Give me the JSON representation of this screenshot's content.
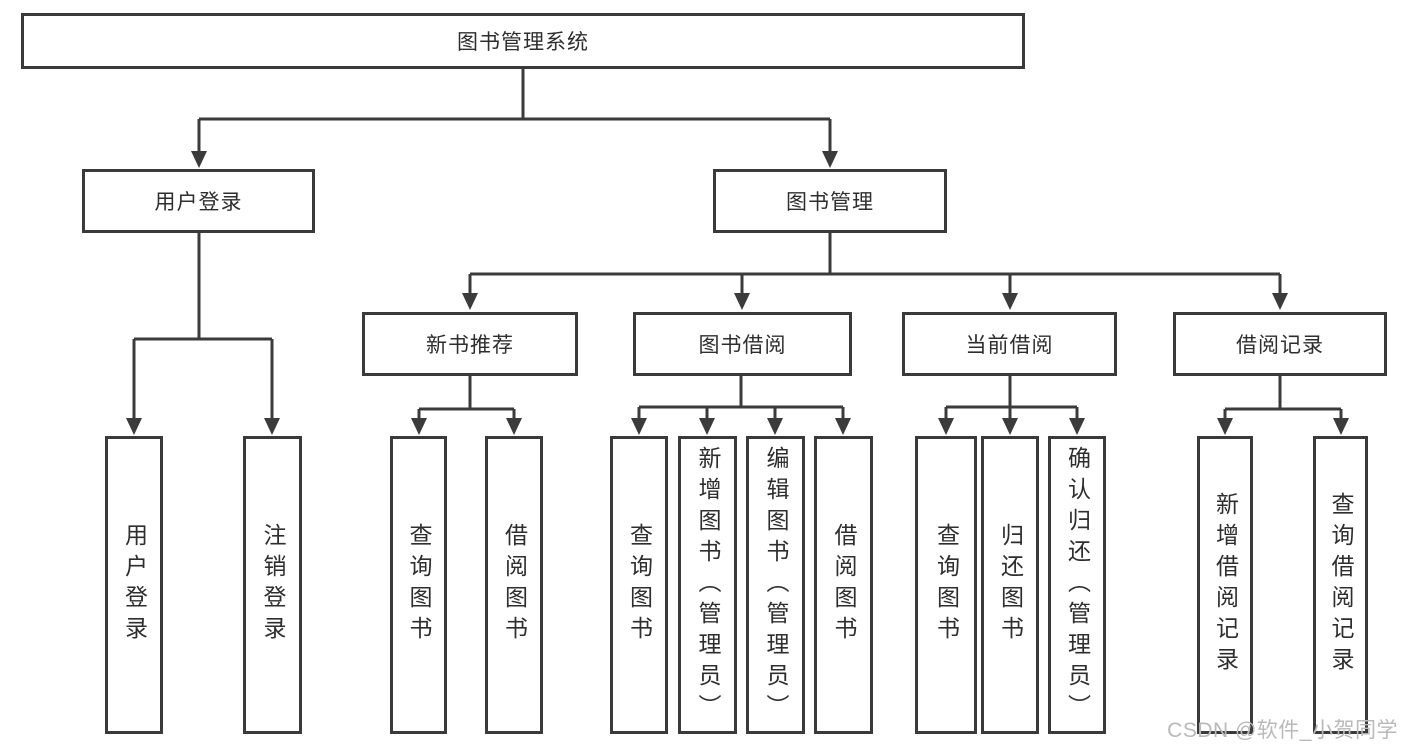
{
  "diagram": {
    "root": {
      "label": "图书管理系统",
      "children": [
        {
          "label": "用户登录",
          "children": [
            {
              "label": "用户登录"
            },
            {
              "label": "注销登录"
            }
          ]
        },
        {
          "label": "图书管理",
          "children": [
            {
              "label": "新书推荐",
              "children": [
                {
                  "label": "查询图书"
                },
                {
                  "label": "借阅图书"
                }
              ]
            },
            {
              "label": "图书借阅",
              "children": [
                {
                  "label": "查询图书"
                },
                {
                  "label": "新增图书（管理员）"
                },
                {
                  "label": "编辑图书（管理员）"
                },
                {
                  "label": "借阅图书"
                }
              ]
            },
            {
              "label": "当前借阅",
              "children": [
                {
                  "label": "查询图书"
                },
                {
                  "label": "归还图书"
                },
                {
                  "label": "确认归还（管理员）"
                }
              ]
            },
            {
              "label": "借阅记录",
              "children": [
                {
                  "label": "新增借阅记录"
                },
                {
                  "label": "查询借阅记录"
                }
              ]
            }
          ]
        }
      ]
    }
  },
  "watermark": {
    "text": "CSDN @软件_小贺同学"
  },
  "colors": {
    "line": "#3b3b3b",
    "box_border": "#3a3a3a",
    "text": "#2e2e2e",
    "watermark": "#b9b9b9",
    "background": "#ffffff"
  }
}
